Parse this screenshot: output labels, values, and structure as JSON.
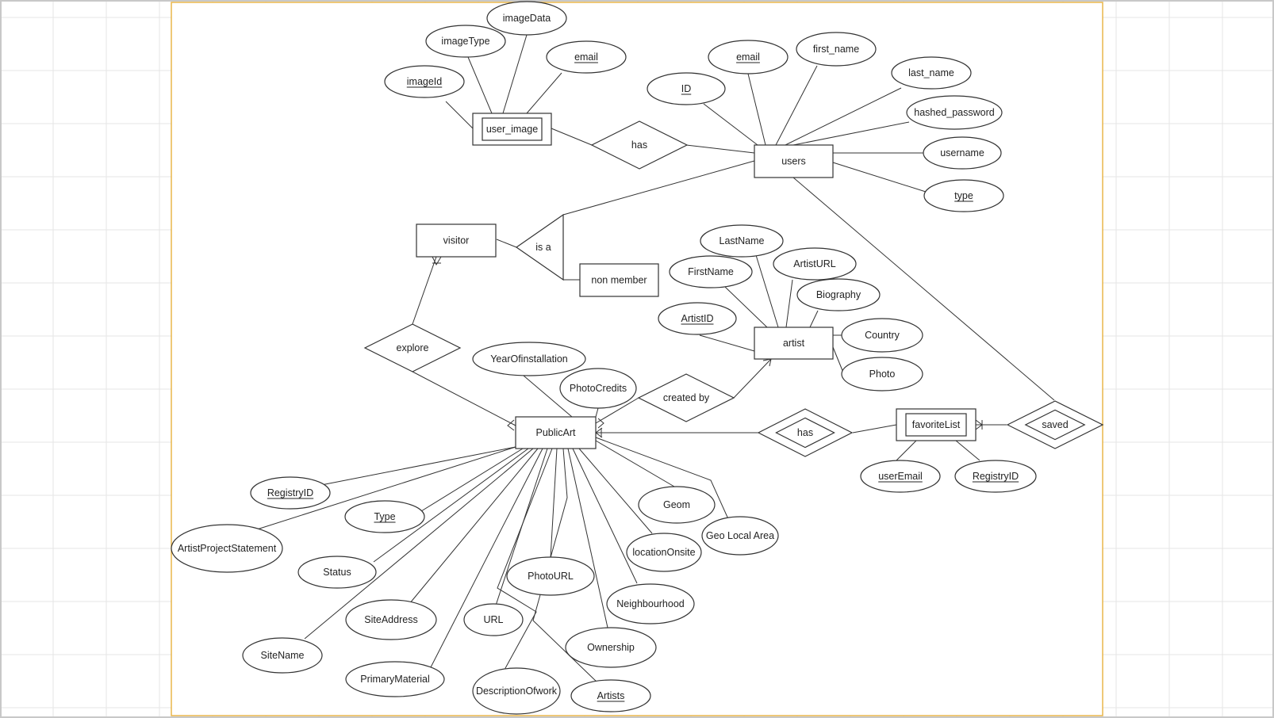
{
  "colors": {
    "canvas_bg": "#ffffff",
    "grid": "#e6e6e6",
    "outer_border": "#c8c8c8",
    "page_border": "#e8b54a",
    "stroke": "#333333",
    "text": "#222222"
  },
  "entities": [
    {
      "id": "users",
      "label": "users"
    },
    {
      "id": "user_image",
      "label": "user_image"
    },
    {
      "id": "visitor",
      "label": "visitor"
    },
    {
      "id": "non_member",
      "label": "non member"
    },
    {
      "id": "artist",
      "label": "artist"
    },
    {
      "id": "public_art",
      "label": "PublicArt"
    },
    {
      "id": "favorite_list",
      "label": "favoriteList"
    }
  ],
  "relationships": [
    {
      "id": "has_image",
      "label": "has"
    },
    {
      "id": "is_a",
      "label": "is a"
    },
    {
      "id": "explore",
      "label": "explore"
    },
    {
      "id": "created_by",
      "label": "created by"
    },
    {
      "id": "has_favorites",
      "label": "has"
    },
    {
      "id": "saved",
      "label": "saved"
    }
  ],
  "attributes": [
    {
      "id": "ui_imagedata",
      "label": "imageData",
      "key": false
    },
    {
      "id": "ui_imagetype",
      "label": "imageType",
      "key": false
    },
    {
      "id": "ui_email",
      "label": "email",
      "key": true
    },
    {
      "id": "ui_imageid",
      "label": "imageId",
      "key": true
    },
    {
      "id": "u_email",
      "label": "email",
      "key": true
    },
    {
      "id": "u_first_name",
      "label": "first_name",
      "key": false
    },
    {
      "id": "u_last_name",
      "label": "last_name",
      "key": false
    },
    {
      "id": "u_id",
      "label": "ID",
      "key": true
    },
    {
      "id": "u_hashed_password",
      "label": "hashed_password",
      "key": false
    },
    {
      "id": "u_username",
      "label": "username",
      "key": false
    },
    {
      "id": "u_type",
      "label": "type",
      "key": true
    },
    {
      "id": "a_lastname",
      "label": "LastName",
      "key": false
    },
    {
      "id": "a_artisturl",
      "label": "ArtistURL",
      "key": false
    },
    {
      "id": "a_firstname",
      "label": "FirstName",
      "key": false
    },
    {
      "id": "a_biography",
      "label": "Biography",
      "key": false
    },
    {
      "id": "a_artistid",
      "label": "ArtistID",
      "key": true
    },
    {
      "id": "a_country",
      "label": "Country",
      "key": false
    },
    {
      "id": "a_photo",
      "label": "Photo",
      "key": false
    },
    {
      "id": "p_year",
      "label": "YearOfinstallation",
      "key": false
    },
    {
      "id": "p_photocredits",
      "label": "PhotoCredits",
      "key": false
    },
    {
      "id": "p_registryid",
      "label": "RegistryID",
      "key": true
    },
    {
      "id": "p_type",
      "label": "Type",
      "key": true
    },
    {
      "id": "p_statement",
      "label": "ArtistProjectStatement",
      "key": false
    },
    {
      "id": "p_status",
      "label": "Status",
      "key": false
    },
    {
      "id": "p_siteaddress",
      "label": "SiteAddress",
      "key": false
    },
    {
      "id": "p_url",
      "label": "URL",
      "key": false
    },
    {
      "id": "p_sitename",
      "label": "SiteName",
      "key": false
    },
    {
      "id": "p_primarymaterial",
      "label": "PrimaryMaterial",
      "key": false
    },
    {
      "id": "p_description",
      "label": "DescriptionOfwork",
      "key": false
    },
    {
      "id": "p_artists",
      "label": "Artists",
      "key": true
    },
    {
      "id": "p_ownership",
      "label": "Ownership",
      "key": false
    },
    {
      "id": "p_neighbourhood",
      "label": "Neighbourhood",
      "key": false
    },
    {
      "id": "p_photourl",
      "label": "PhotoURL",
      "key": false
    },
    {
      "id": "p_location",
      "label": "locationOnsite",
      "key": false
    },
    {
      "id": "p_geom",
      "label": "Geom",
      "key": false
    },
    {
      "id": "p_geolocal",
      "label": "Geo Local Area",
      "key": false
    },
    {
      "id": "f_useremail",
      "label": "userEmail",
      "key": true
    },
    {
      "id": "f_registryid",
      "label": "RegistryID",
      "key": true
    }
  ]
}
